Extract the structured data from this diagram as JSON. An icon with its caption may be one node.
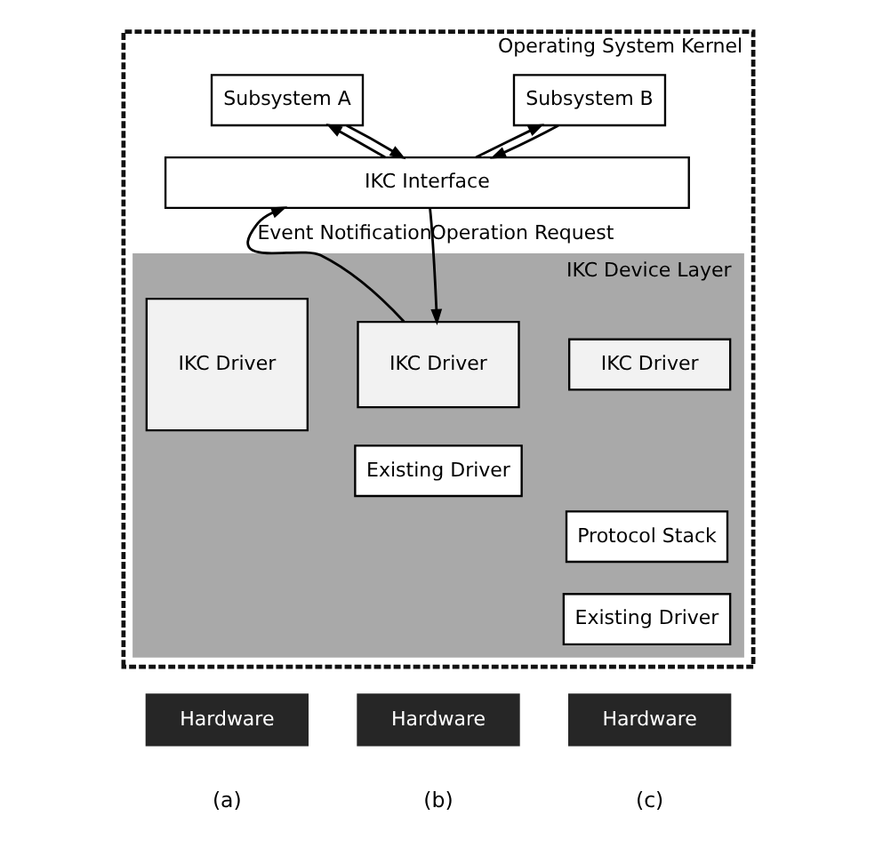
{
  "diagram": {
    "nodes": [
      {
        "text": [
          "Operating System Kernel"
        ]
      },
      {
        "text": [
          "Subsystem A"
        ],
        "in": 0
      },
      {
        "text": [
          "Subsystem B"
        ],
        "in": 0
      },
      {
        "text": [
          "IKC Interface"
        ],
        "in": 0
      },
      {
        "text": [
          "IKC Device Layer"
        ],
        "in": 0
      },
      {
        "text": [
          "IKC Driver"
        ],
        "in": 4
      },
      {
        "text": [
          "IKC Driver"
        ],
        "in": 4
      },
      {
        "text": [
          "Existing Driver"
        ],
        "in": 4
      },
      {
        "text": [
          "IKC Driver"
        ],
        "in": 4
      },
      {
        "text": [
          "Protocol Stack"
        ],
        "in": 4
      },
      {
        "text": [
          "Existing Driver"
        ],
        "in": 4
      },
      {
        "text": [
          "Hardware"
        ]
      },
      {
        "text": [
          "Hardware"
        ]
      },
      {
        "text": [
          "Hardware"
        ]
      }
    ],
    "edges": [
      {
        "from": 3,
        "to": 1,
        "arrow": "to"
      },
      {
        "from": 1,
        "to": 3,
        "arrow": "to"
      },
      {
        "from": 3,
        "to": 2,
        "arrow": "to"
      },
      {
        "from": 2,
        "to": 3,
        "arrow": "to"
      },
      {
        "from": 6,
        "to": 3,
        "arrow": "to",
        "label": "Event Notification"
      },
      {
        "from": 3,
        "to": 6,
        "arrow": "to",
        "label": "Operation Request"
      }
    ],
    "labels": [
      "(a)",
      "(b)",
      "(c)"
    ]
  }
}
